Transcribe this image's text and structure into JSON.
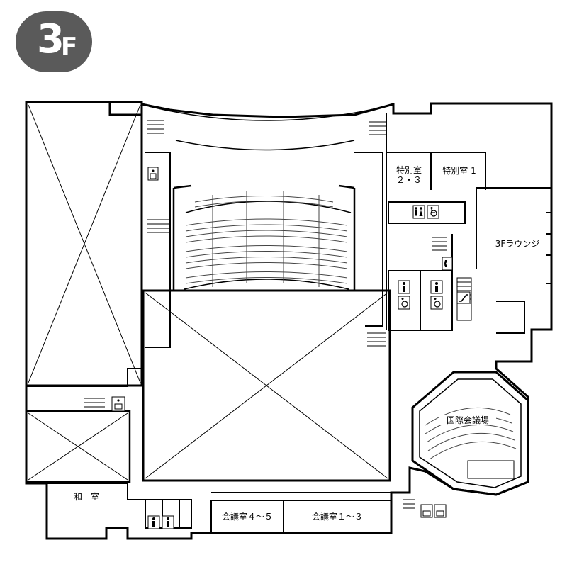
{
  "floor": {
    "number": "3",
    "unit": "F"
  },
  "rooms": {
    "special_2_3_line1": "特別室",
    "special_2_3_line2": "２・３",
    "special_1": "特別室 1",
    "lounge": "3Fラウンジ",
    "intl_conference": "国際会議場",
    "japanese_room": "和　室",
    "meeting_4_5": "会議室４～５",
    "meeting_1_3": "会議室１～３"
  },
  "icons": {
    "restroom": "restroom-icon",
    "male": "male-restroom-icon",
    "accessible": "wheelchair-icon",
    "telephone": "telephone-icon",
    "escalator": "escalator-icon",
    "elevator": "elevator-icon",
    "stairs": "stairs-icon"
  },
  "colors": {
    "badge": "#5a5a5a",
    "wall": "#000000",
    "paper": "#ffffff"
  }
}
